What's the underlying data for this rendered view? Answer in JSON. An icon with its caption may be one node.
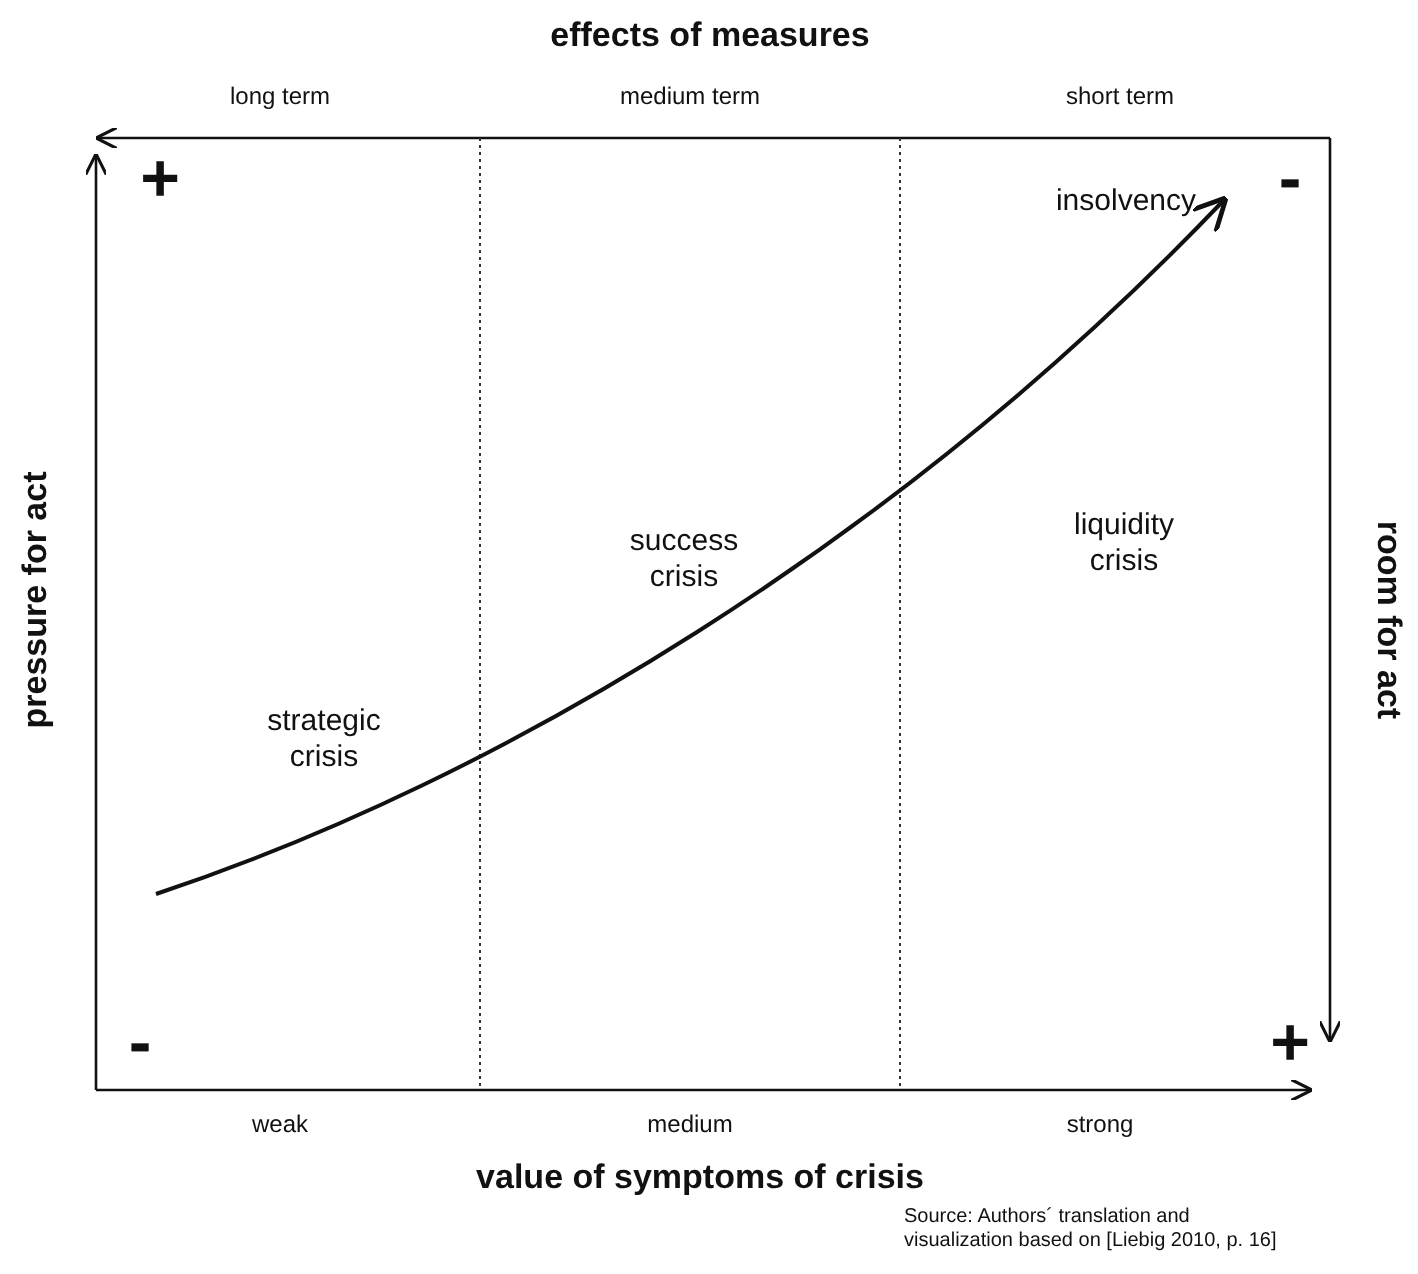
{
  "diagram": {
    "title": "effects of measures",
    "labels": [
      "long term",
      "medium term",
      "short term",
      "+",
      "-",
      "insolvency",
      "success crisis",
      "liquidity crisis",
      "pressure for act",
      "room for act",
      "strategic crisis",
      "-",
      "+",
      "weak",
      "medium",
      "strong",
      "value of symptoms of crisis",
      "Source: Authors´ translation and visualization based on [Liebig 2010, p. 16]"
    ]
  }
}
